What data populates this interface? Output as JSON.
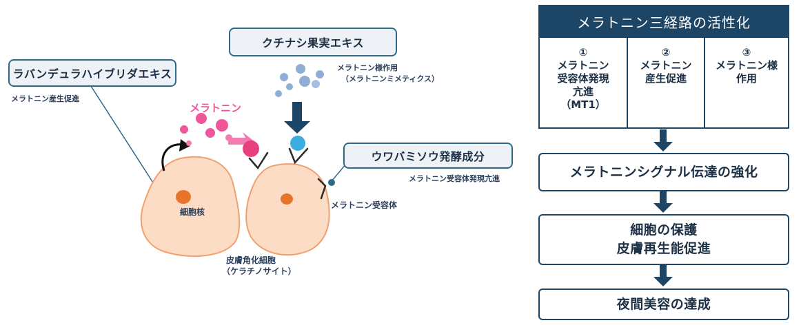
{
  "left_diagram": {
    "lavender_extract": "ラバンデュラハイブリダエキス",
    "lavender_note": "メラトニン産生促進",
    "gardenia_extract": "クチナシ果実エキス",
    "gardenia_note_1": "メラトニン様作用",
    "gardenia_note_2": "（メラトニンミメティクス）",
    "nymphoides_extract": "ウワバミソウ発酵成分",
    "nymphoides_note": "メラトニン受容体発現亢進",
    "melatonin_label": "メラトニン",
    "nucleus_label": "細胞核",
    "receptor_label": "メラトニン受容体",
    "cell_label_1": "皮膚角化細胞",
    "cell_label_2": "（ケラチノサイト）"
  },
  "flow": {
    "header": "メラトニン三経路の活性化",
    "pathways": [
      {
        "num": "①",
        "lines": [
          "メラトニン",
          "受容体発現",
          "亢進",
          "（MT1）"
        ]
      },
      {
        "num": "②",
        "lines": [
          "メラトニン",
          "産生促進"
        ]
      },
      {
        "num": "③",
        "lines": [
          "メラトニン様",
          "作用"
        ]
      }
    ],
    "step1": "メラトニンシグナル伝達の強化",
    "step2_line1": "細胞の保護",
    "step2_line2": "皮膚再生能促進",
    "step3": "夜間美容の達成"
  },
  "colors": {
    "navy": "#1d4565",
    "cell_fill": "#fcdcc4",
    "cell_stroke": "#f0a070",
    "nucleus": "#e8742c",
    "melatonin_pink": "#f0569a",
    "mimetic_blue": "#8eaed6",
    "agonist_cyan": "#3aaee0"
  }
}
